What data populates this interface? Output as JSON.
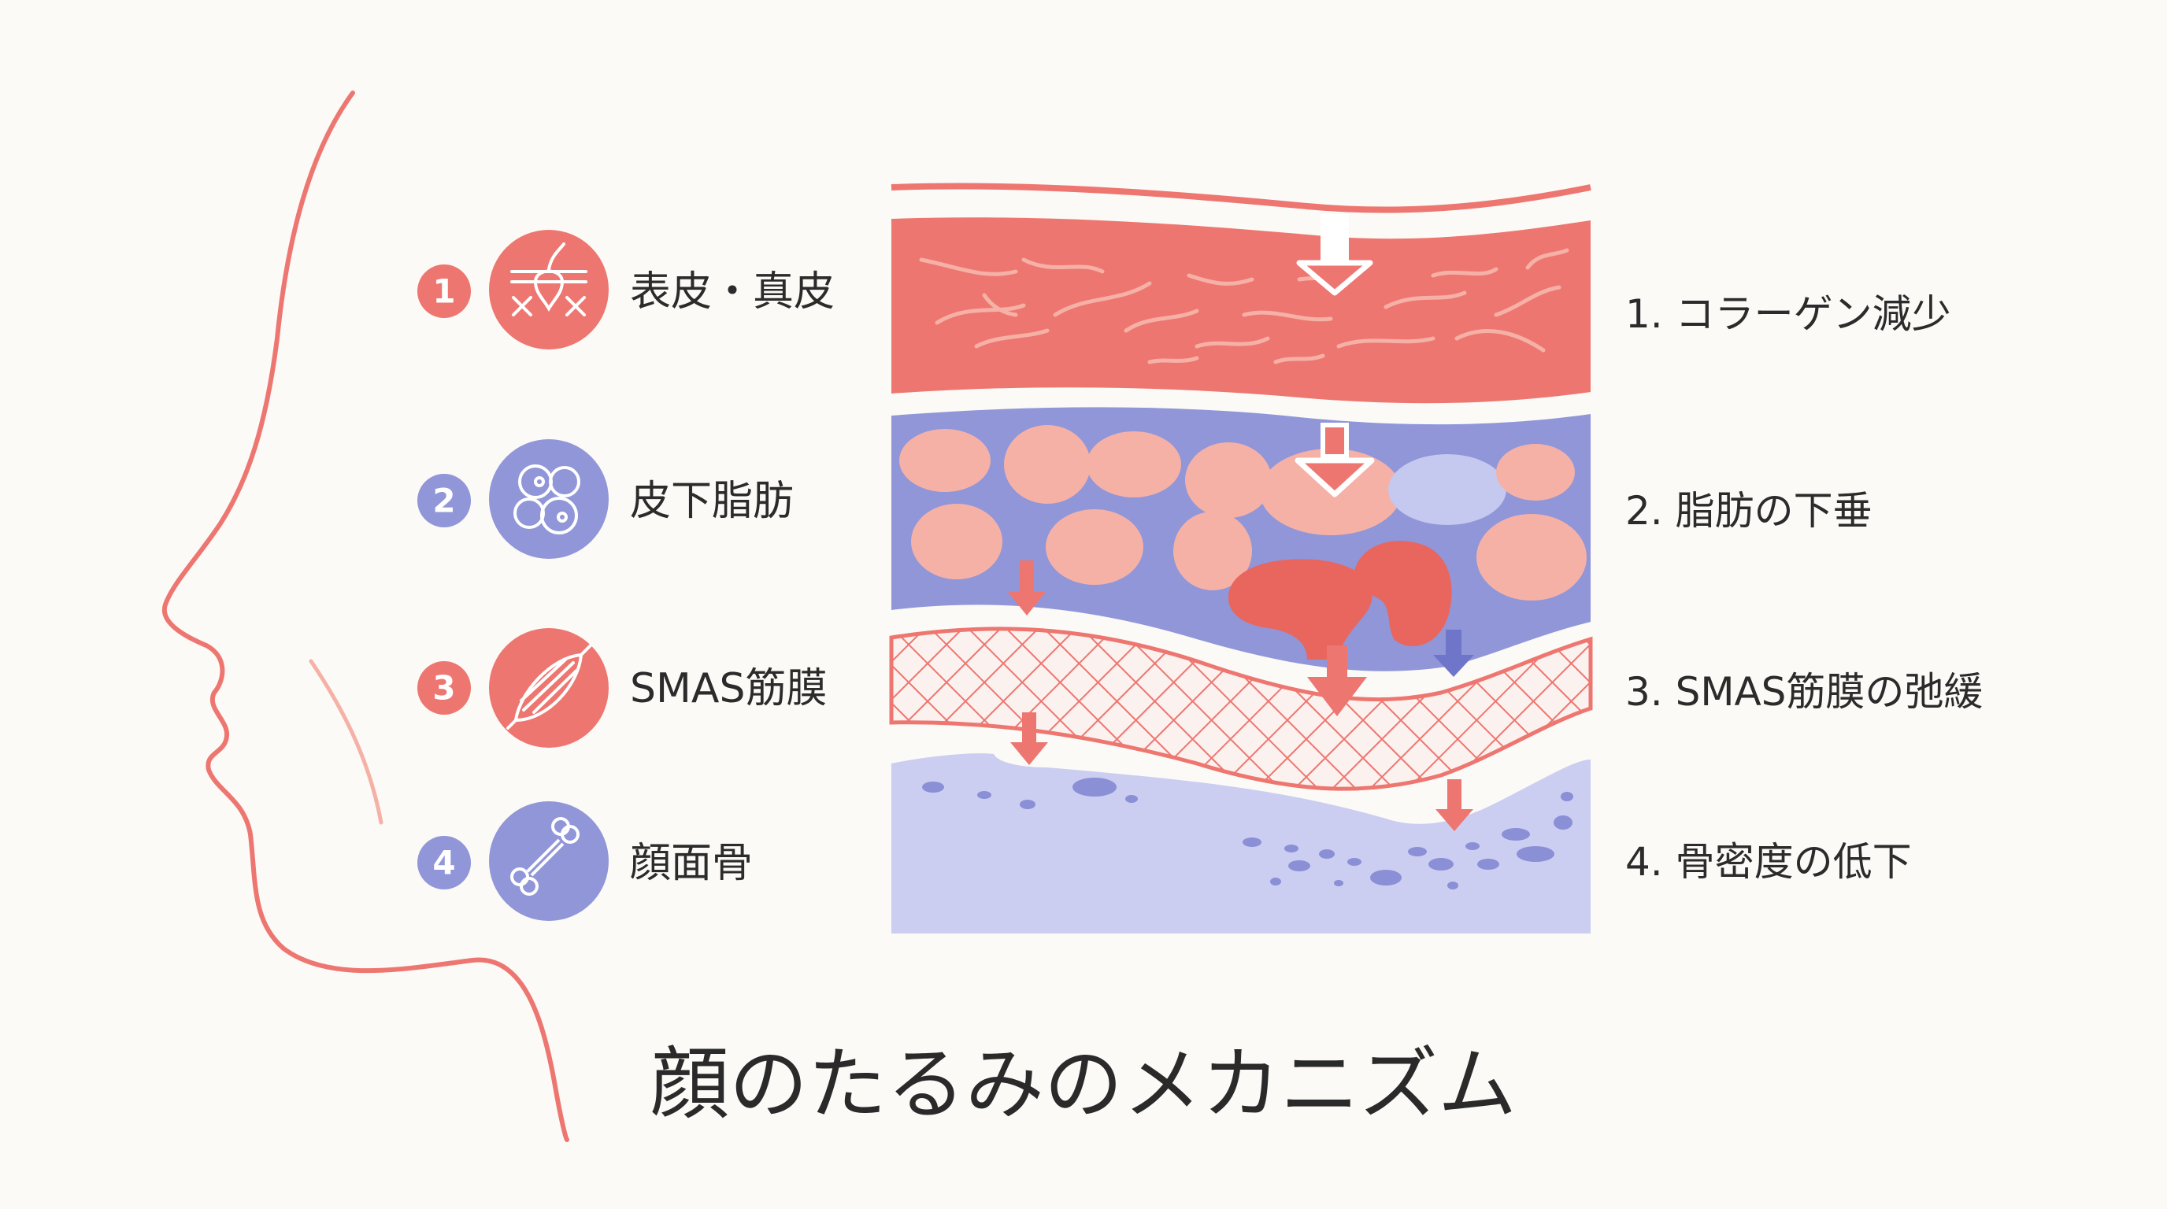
{
  "title": "顔のたるみのメカニズム",
  "colors": {
    "red": "#ee7670",
    "red_dark": "#e9665e",
    "red_light": "#f6b1a7",
    "blue": "#9096d8",
    "blue_light": "#c5c8ef",
    "bone_fill": "#cbcdf1",
    "bone_spot": "#8a8fd6",
    "background": "#fbfaf7"
  },
  "layers": [
    {
      "number": "1",
      "name": "表皮・真皮",
      "icon": "skin-hair-follicle-icon",
      "color": "#ee7670"
    },
    {
      "number": "2",
      "name": "皮下脂肪",
      "icon": "fat-cells-icon",
      "color": "#9096d8"
    },
    {
      "number": "3",
      "name": "SMAS筋膜",
      "icon": "muscle-fiber-icon",
      "color": "#ee7670"
    },
    {
      "number": "4",
      "name": "顔面骨",
      "icon": "bone-icon",
      "color": "#9096d8"
    }
  ],
  "results": [
    {
      "text": "1. コラーゲン減少"
    },
    {
      "text": "2. 脂肪の下垂"
    },
    {
      "text": "3. SMAS筋膜の弛緩"
    },
    {
      "text": "4. 骨密度の低下"
    }
  ]
}
